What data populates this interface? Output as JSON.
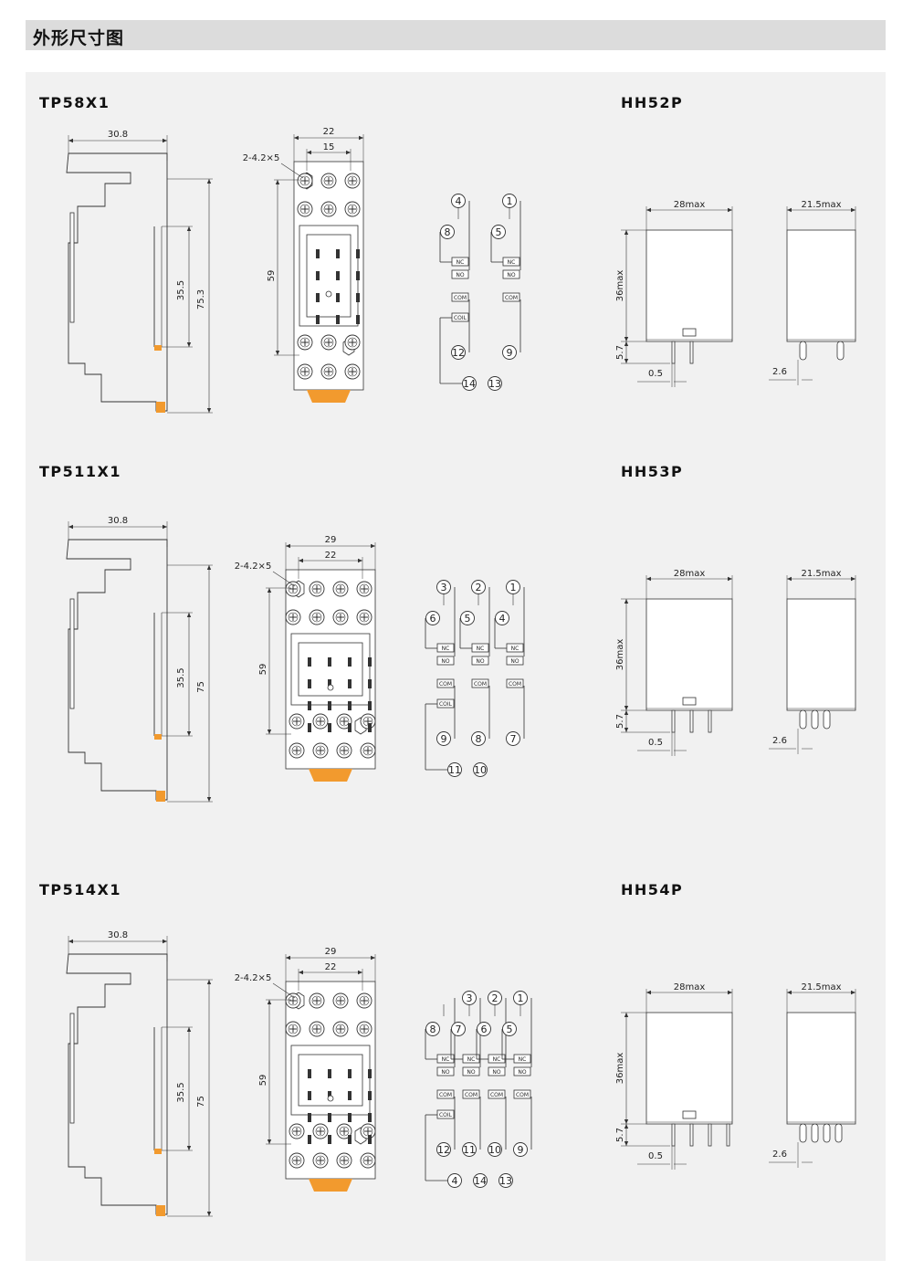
{
  "page": {
    "title": "外形尺寸图"
  },
  "sockets": [
    {
      "label": "TP58X1",
      "side": {
        "width": "30.8",
        "rail_height": "35.5",
        "height": "75.3"
      },
      "front": {
        "width": "22",
        "hole_pitch": "15",
        "mount_hole": "2-4.2×5",
        "height": "59"
      },
      "wiring": {
        "top": [
          "4",
          "1"
        ],
        "mid": [
          "8",
          "5"
        ],
        "bottom": [
          "12",
          "9"
        ],
        "base": [
          "14",
          "13"
        ],
        "nc": "NC",
        "no": "NO",
        "com": "COM",
        "coil": "COIL"
      }
    },
    {
      "label": "TP511X1",
      "side": {
        "width": "30.8",
        "rail_height": "35.5",
        "height": "75"
      },
      "front": {
        "width": "29",
        "hole_pitch": "22",
        "mount_hole": "2-4.2×5",
        "height": "59"
      },
      "wiring": {
        "top": [
          "3",
          "2",
          "1"
        ],
        "mid": [
          "6",
          "5",
          "4"
        ],
        "bottom": [
          "9",
          "8",
          "7"
        ],
        "base": [
          "11",
          "10"
        ],
        "nc": "NC",
        "no": "NO",
        "com": "COM",
        "coil": "COIL"
      }
    },
    {
      "label": "TP514X1",
      "side": {
        "width": "30.8",
        "rail_height": "35.5",
        "height": "75"
      },
      "front": {
        "width": "29",
        "hole_pitch": "22",
        "mount_hole": "2-4.2×5",
        "height": "59"
      },
      "wiring": {
        "top": [
          "3",
          "2",
          "1"
        ],
        "mid": [
          "8",
          "7",
          "6",
          "5"
        ],
        "bottom": [
          "12",
          "11",
          "10",
          "9"
        ],
        "base": [
          "4",
          "14",
          "13"
        ],
        "nc": "NC",
        "no": "NO",
        "com": "COM",
        "coil": "COIL"
      }
    }
  ],
  "relays": [
    {
      "label": "HH52P",
      "width": "28max",
      "depth": "21.5max",
      "height": "36max",
      "pin_length": "5.7",
      "pin_width": "0.5",
      "pin_pitch": "2.6",
      "pins": 2
    },
    {
      "label": "HH53P",
      "width": "28max",
      "depth": "21.5max",
      "height": "36max",
      "pin_length": "5.7",
      "pin_width": "0.5",
      "pin_pitch": "2.6",
      "pins": 3
    },
    {
      "label": "HH54P",
      "width": "28max",
      "depth": "21.5max",
      "height": "36max",
      "pin_length": "5.7",
      "pin_width": "0.5",
      "pin_pitch": "2.6",
      "pins": 4
    }
  ],
  "colors": {
    "accent_orange": "#f29a2e",
    "line": "#333333",
    "panel": "#f1f1f1",
    "header": "#dcdcdc"
  }
}
